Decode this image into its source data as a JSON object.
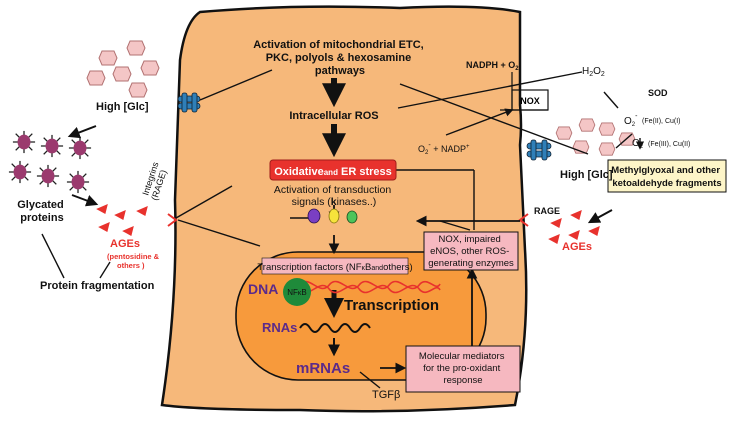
{
  "diagram": {
    "pathways": [
      "Activation of mitochondrial ETC,",
      "PKC, polyols & hexosamine",
      "pathways"
    ],
    "intracellular_ros": "Intracellular ROS",
    "nadph_o2": "NADPH + O",
    "nadph_o2_sub": "2",
    "h2o2": "H",
    "h2o2_2a": "2",
    "h2o2_o": "O",
    "h2o2_2b": "2",
    "nox": "NOX",
    "sod": "SOD",
    "o2_superoxide": "O",
    "o2_superoxide_sub": "2",
    "o2_superoxide_sup": "-",
    "fe_cu_1": "(Fe(II), Cu(I)",
    "o2": "O",
    "o2_sub": "2",
    "fe_cu_2": "(Fe(III), Cu(II)",
    "o2_nadp": "O",
    "o2_nadp_sub": "2",
    "o2_nadp_sup": "-",
    "o2_nadp_rest": " + NADP",
    "o2_nadp_sup2": "+",
    "high_glc_left": "High [Glc]",
    "high_glc_right": "High [Glc]",
    "glycated_proteins": [
      "Glycated",
      "proteins"
    ],
    "ages_left": "AGEs",
    "ages_left_note": [
      "(pentosidine &",
      "others )"
    ],
    "protein_fragmentation": "Protein fragmentation",
    "integrins": [
      "Integrins",
      "(RAGE)"
    ],
    "rage": "RAGE",
    "ages_right": "AGEs",
    "methylglyoxal": [
      "Methylglyoxal and other",
      "ketoaldehyde fragments"
    ],
    "oxidative_stress_a": "Oxidative",
    "oxidative_stress_b": "and",
    "oxidative_stress_c": " ER stress",
    "transduction": [
      "Activation of transduction",
      "signals ("
    ],
    "transduction_k": "k",
    "transduction_rest": "inases..)",
    "nox_box": [
      "NOX, impaired",
      "eNOS, other ROS-",
      "generating enzymes"
    ],
    "tf_a": "Transcription factors (NF",
    "tf_kappa": "κ",
    "tf_b": "B",
    "tf_c": "and",
    "tf_d": "others)",
    "dna": "DNA",
    "nfkb_a": "NF",
    "nfkb_kappa": "κ",
    "nfkb_b": "B",
    "transcription": "Transcription",
    "rnas": "RNAs",
    "mrnas": "mRNAs",
    "tgfb": "TGFβ",
    "mediators": [
      "Molecular mediators",
      "for the pro-oxidant",
      "response"
    ],
    "colors": {
      "cell_fill": "#f6b87a",
      "nucleus_fill": "#f79a3c",
      "stress_red": "#e8322d",
      "pink_box": "#f6b8c0",
      "ages_red": "#e8322d",
      "protein_purple": "#9b3a6e",
      "glucose_pink": "#f4c6c6",
      "channel_blue": "#2f7fb8",
      "methylglyoxal_box": "#fdf5c8",
      "mrna_purple": "#5b2a8a"
    }
  }
}
